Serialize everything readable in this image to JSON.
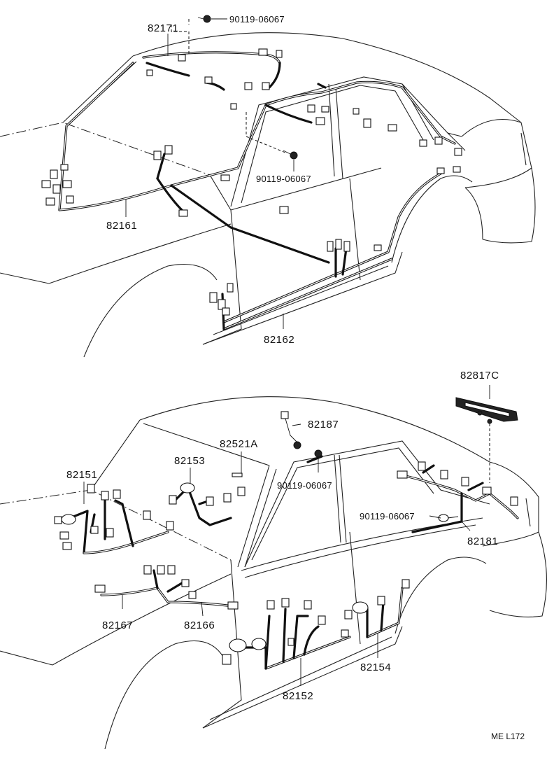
{
  "diagram": {
    "upper_view": {
      "labels": {
        "p82171": "82171",
        "p90119_top": "90119-06067",
        "p90119_mid": "90119-06067",
        "p82161": "82161",
        "p82162": "82162"
      }
    },
    "lower_view": {
      "labels": {
        "p82817C": "82817C",
        "p82187": "82187",
        "p82521A": "82521A",
        "p82153": "82153",
        "p82151": "82151",
        "p90119_low1": "90119-06067",
        "p90119_low2": "90119-06067",
        "p82181": "82181",
        "p82167": "82167",
        "p82166": "82166",
        "p82154": "82154",
        "p82152": "82152"
      }
    },
    "reference_code": "ME L172"
  }
}
